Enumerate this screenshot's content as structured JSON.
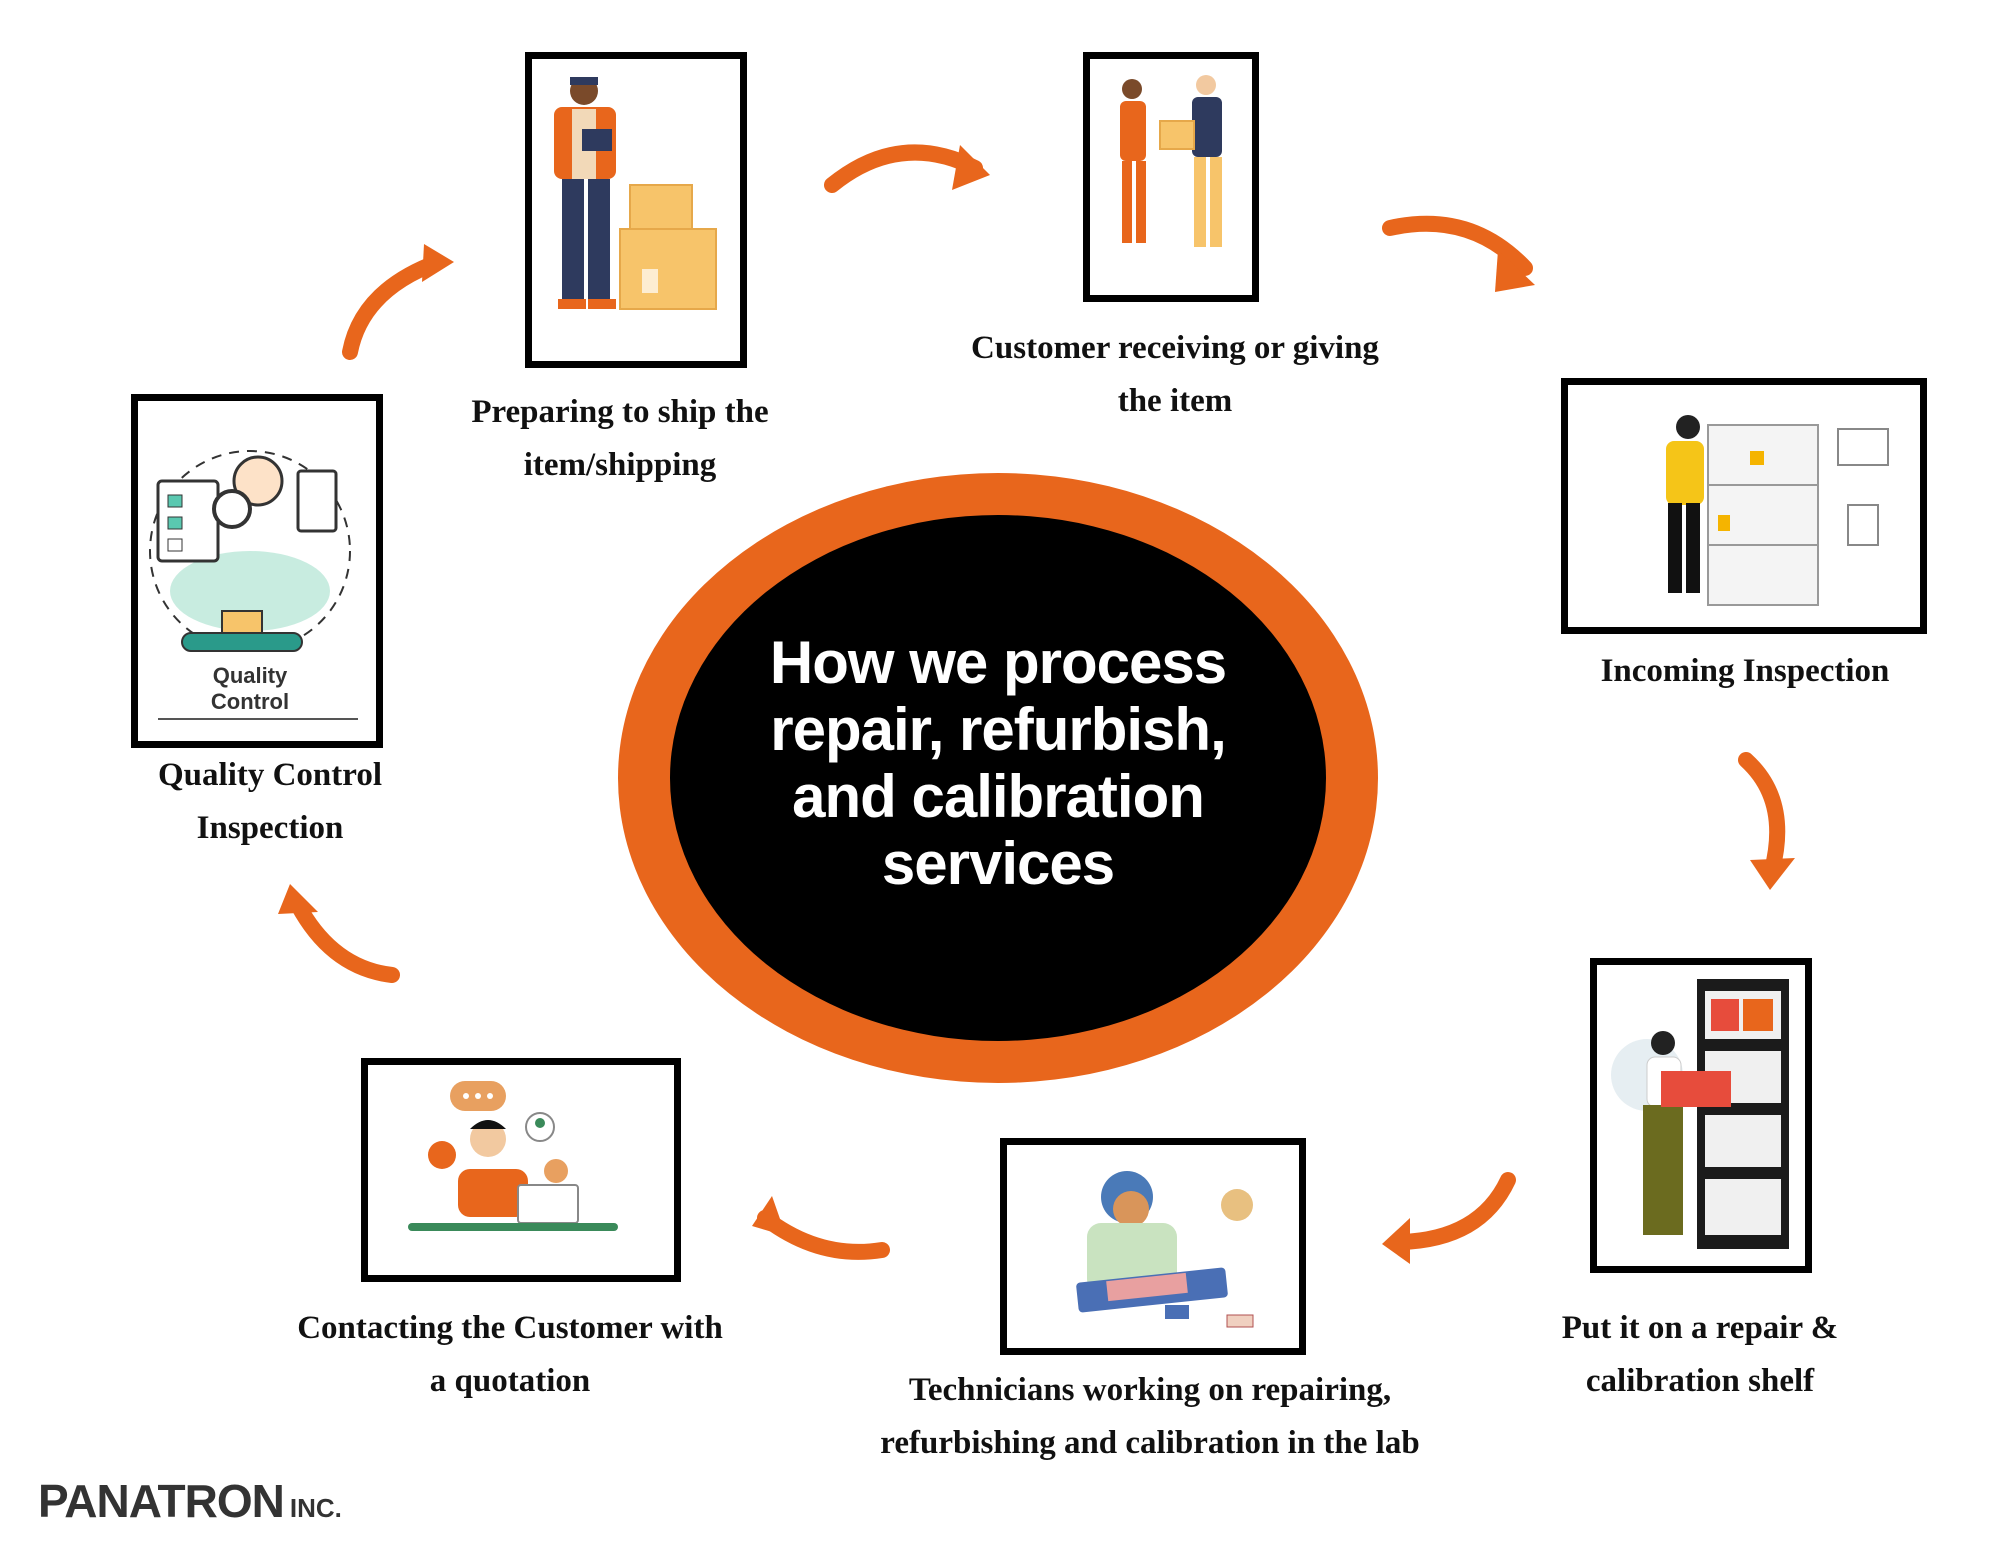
{
  "center": {
    "title": "How we process repair, refurbish, and calibration services"
  },
  "steps": [
    {
      "id": "customer-receiving",
      "label": "Customer receiving or giving the item"
    },
    {
      "id": "incoming-inspection",
      "label": "Incoming Inspection"
    },
    {
      "id": "repair-shelf",
      "label": "Put it on a repair & calibration shelf"
    },
    {
      "id": "technicians",
      "label": "Technicians working on repairing, refurbishing and calibration in the lab"
    },
    {
      "id": "contacting-customer",
      "label": "Contacting the Customer with a quotation"
    },
    {
      "id": "quality-control",
      "label": "Quality Control Inspection",
      "image_text": "Quality Control"
    },
    {
      "id": "preparing-ship",
      "label": "Preparing to ship the item/shipping"
    }
  ],
  "logo": {
    "name": "PANATRON",
    "suffix": "INC."
  },
  "colors": {
    "accent": "#e8661c",
    "center_fill": "#000000",
    "frame": "#000000"
  }
}
